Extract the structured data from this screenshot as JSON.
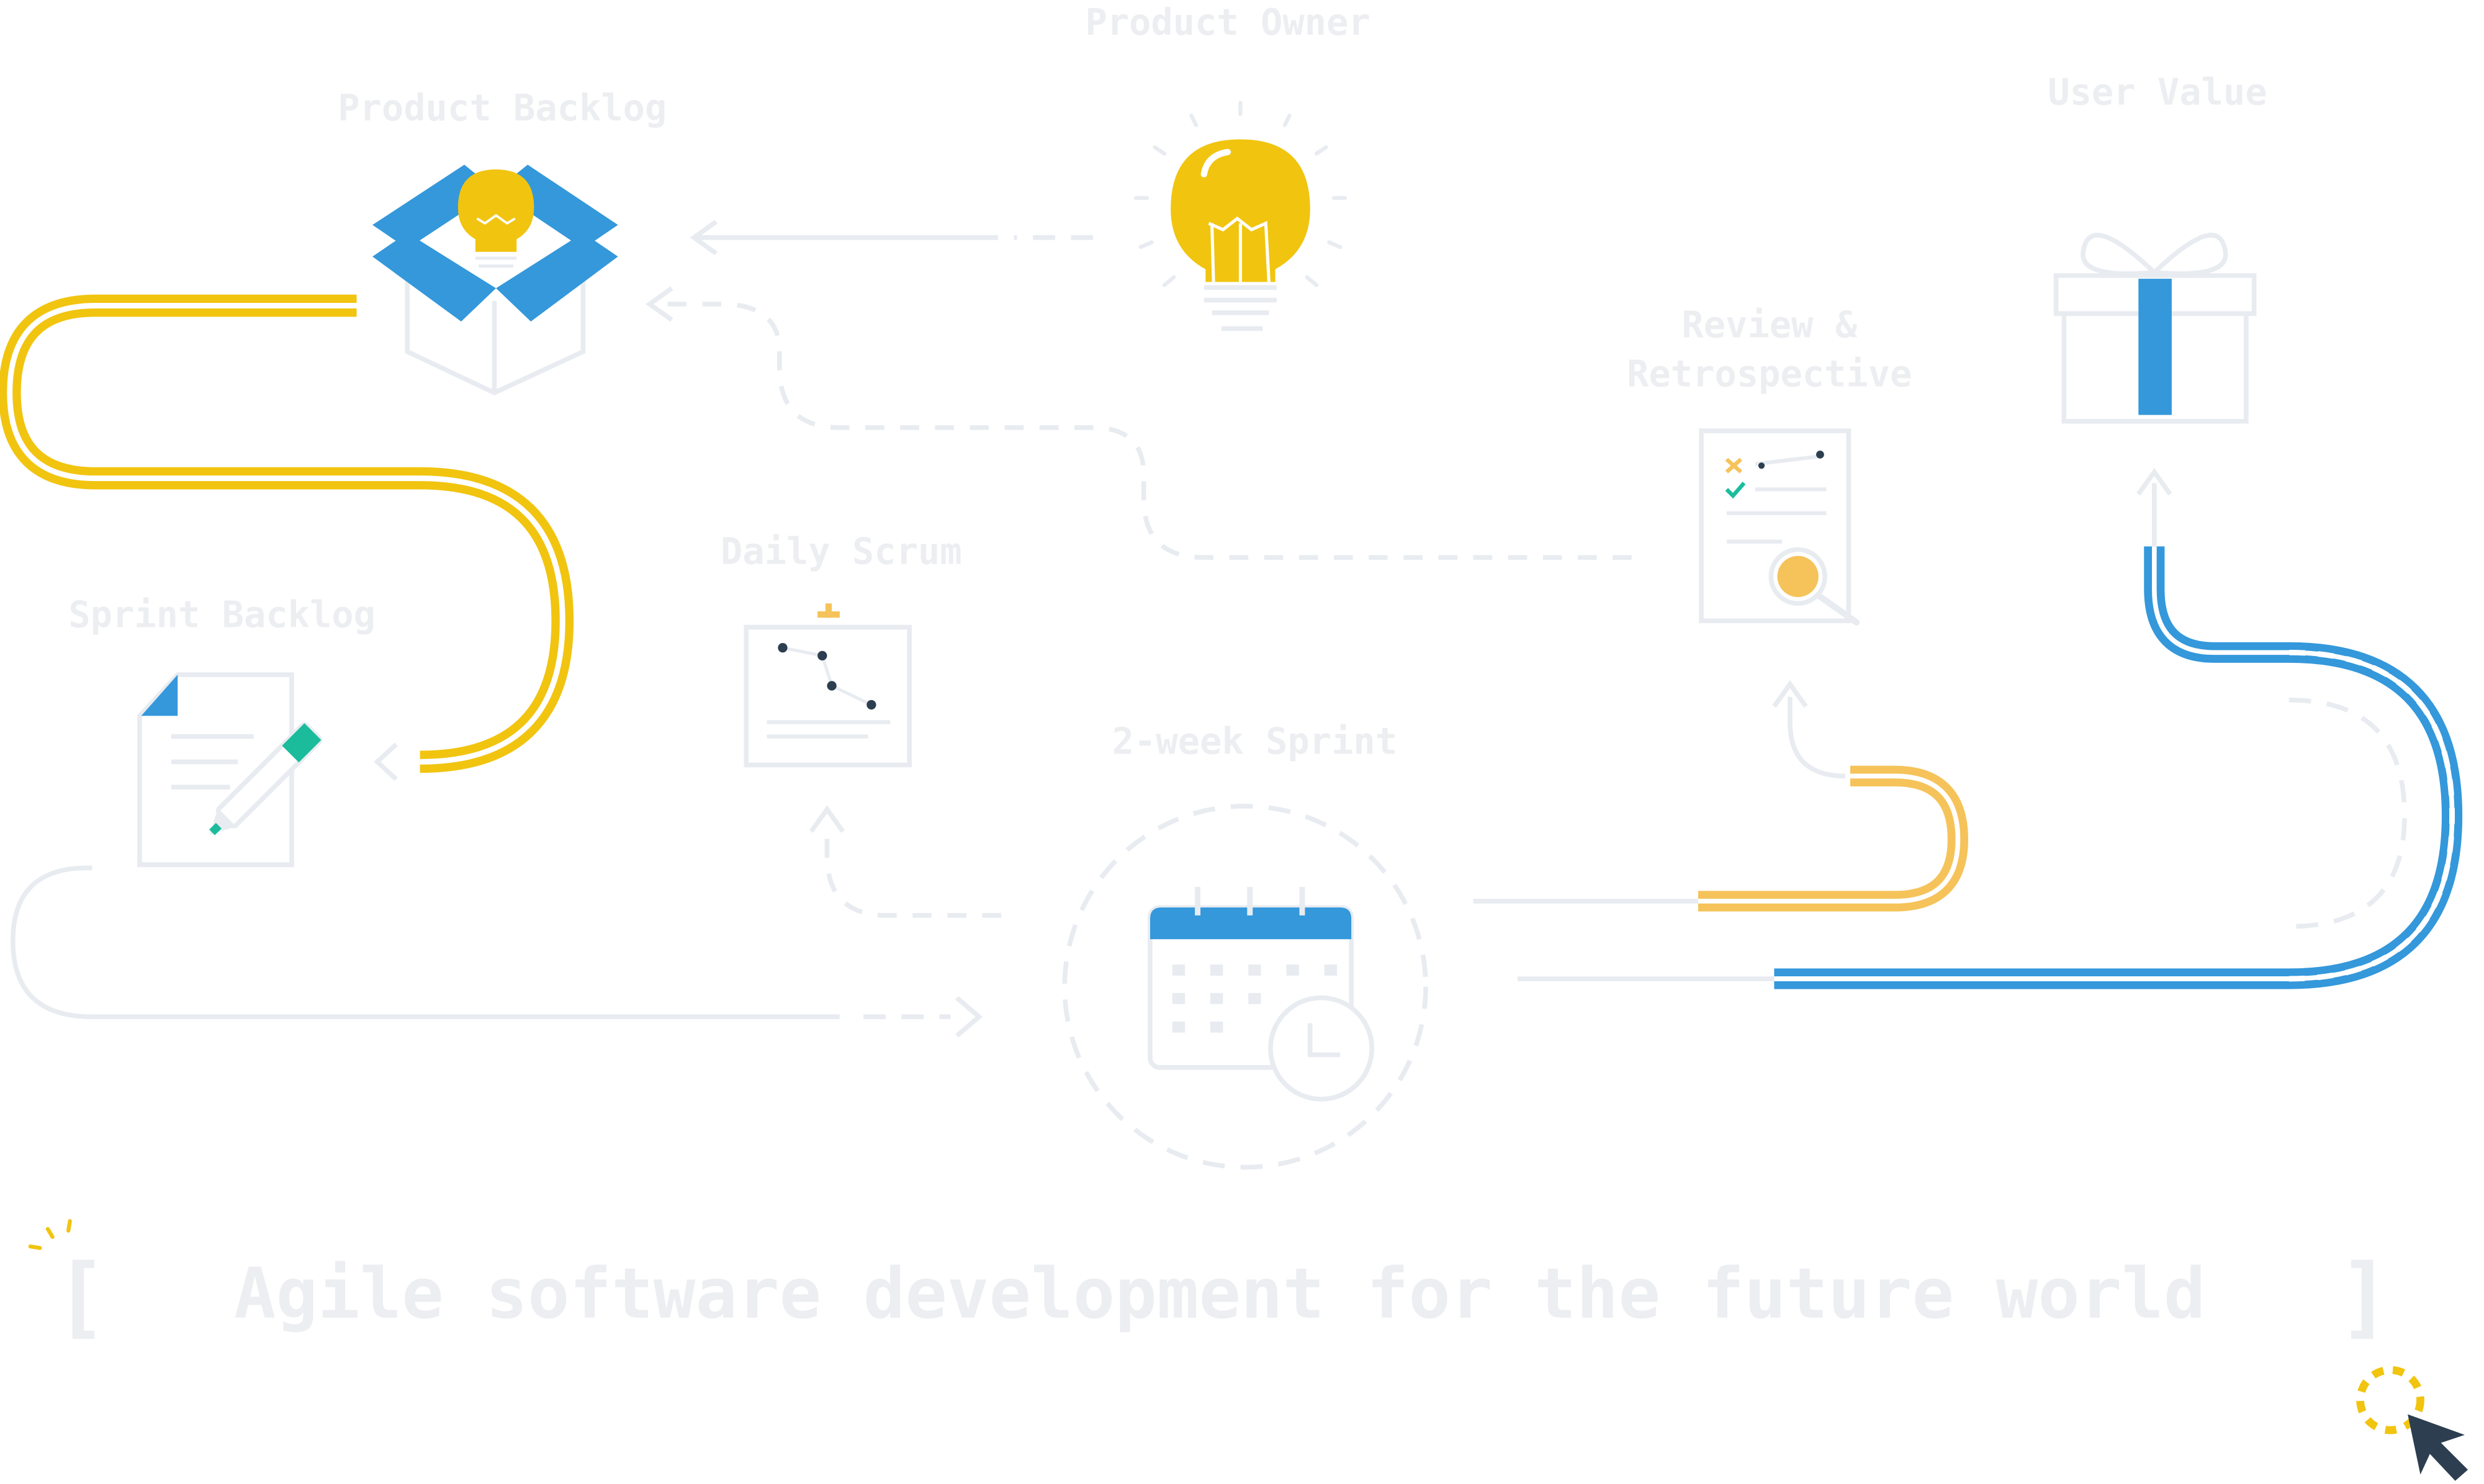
{
  "labels": {
    "product_owner": "Product Owner",
    "product_backlog": "Product Backlog",
    "user_value": "User Value",
    "review_retro_line1": "Review &",
    "review_retro_line2": "Retrospective",
    "daily_scrum": "Daily Scrum",
    "sprint_backlog": "Sprint Backlog",
    "sprint": "2-week Sprint"
  },
  "tagline": {
    "open_bracket": "[",
    "text": "Agile software development for the future world",
    "close_bracket": "]"
  },
  "colors": {
    "yellow": "#f1c40f",
    "light_yellow": "#f5c35a",
    "blue": "#3498db",
    "pale_gray": "#e8ecf1",
    "label_gray": "#eceef1",
    "dark": "#2c3e50",
    "green": "#1abc9c"
  },
  "icons": [
    "lightbulb-icon",
    "open-box-icon",
    "gift-icon",
    "review-document-icon",
    "sprint-board-icon",
    "document-pen-icon",
    "calendar-clock-icon",
    "cursor-icon"
  ]
}
